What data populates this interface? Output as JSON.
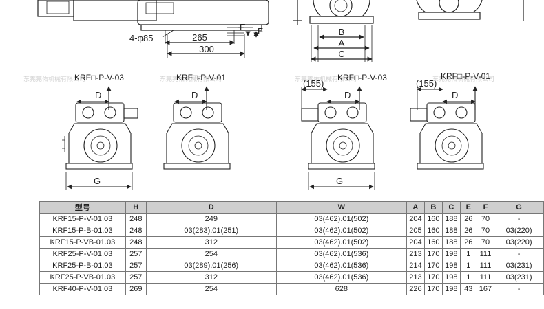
{
  "top": {
    "hole_label": "4-φ85",
    "dim_265": "265",
    "dim_300": "300",
    "dim_E": "E",
    "dim_F": "F",
    "dim_B": "B",
    "dim_A": "A",
    "dim_C": "C"
  },
  "views": [
    {
      "title": "KRF□-P-V-03",
      "dim_top": "D",
      "dim_bottom": "G",
      "offset": ""
    },
    {
      "title": "KRF□-P-V-01",
      "dim_top": "D",
      "dim_bottom": "",
      "offset": ""
    },
    {
      "title": "KRF□-P-V-03",
      "dim_top": "D",
      "dim_bottom": "G",
      "offset": "(155)"
    },
    {
      "title": "KRF□-P-V-01",
      "dim_top": "D",
      "dim_bottom": "",
      "offset": "(155)"
    }
  ],
  "watermark": "东莞莞佑机械有限公司",
  "table": {
    "headers": [
      "型号",
      "H",
      "D",
      "W",
      "A",
      "B",
      "C",
      "E",
      "F",
      "G"
    ],
    "rows": [
      [
        "KRF15-P-V-01.03",
        "248",
        "249",
        "03(462).01(502)",
        "204",
        "160",
        "188",
        "26",
        "70",
        "-"
      ],
      [
        "KRF15-P-B-01.03",
        "248",
        "03(283).01(251)",
        "03(462).01(502)",
        "205",
        "160",
        "188",
        "26",
        "70",
        "03(220)"
      ],
      [
        "KRF15-P-VB-01.03",
        "248",
        "312",
        "03(462).01(502)",
        "204",
        "160",
        "188",
        "26",
        "70",
        "03(220)"
      ],
      [
        "KRF25-P-V-01.03",
        "257",
        "254",
        "03(462).01(536)",
        "213",
        "170",
        "198",
        "1",
        "111",
        "-"
      ],
      [
        "KRF25-P-B-01.03",
        "257",
        "03(289).01(256)",
        "03(462).01(536)",
        "214",
        "170",
        "198",
        "1",
        "111",
        "03(231)"
      ],
      [
        "KRF25-P-VB-01.03",
        "257",
        "312",
        "03(462).01(536)",
        "213",
        "170",
        "198",
        "1",
        "111",
        "03(231)"
      ],
      [
        "KRF40-P-V-01.03",
        "269",
        "254",
        "628",
        "226",
        "170",
        "198",
        "43",
        "167",
        "-"
      ]
    ]
  }
}
